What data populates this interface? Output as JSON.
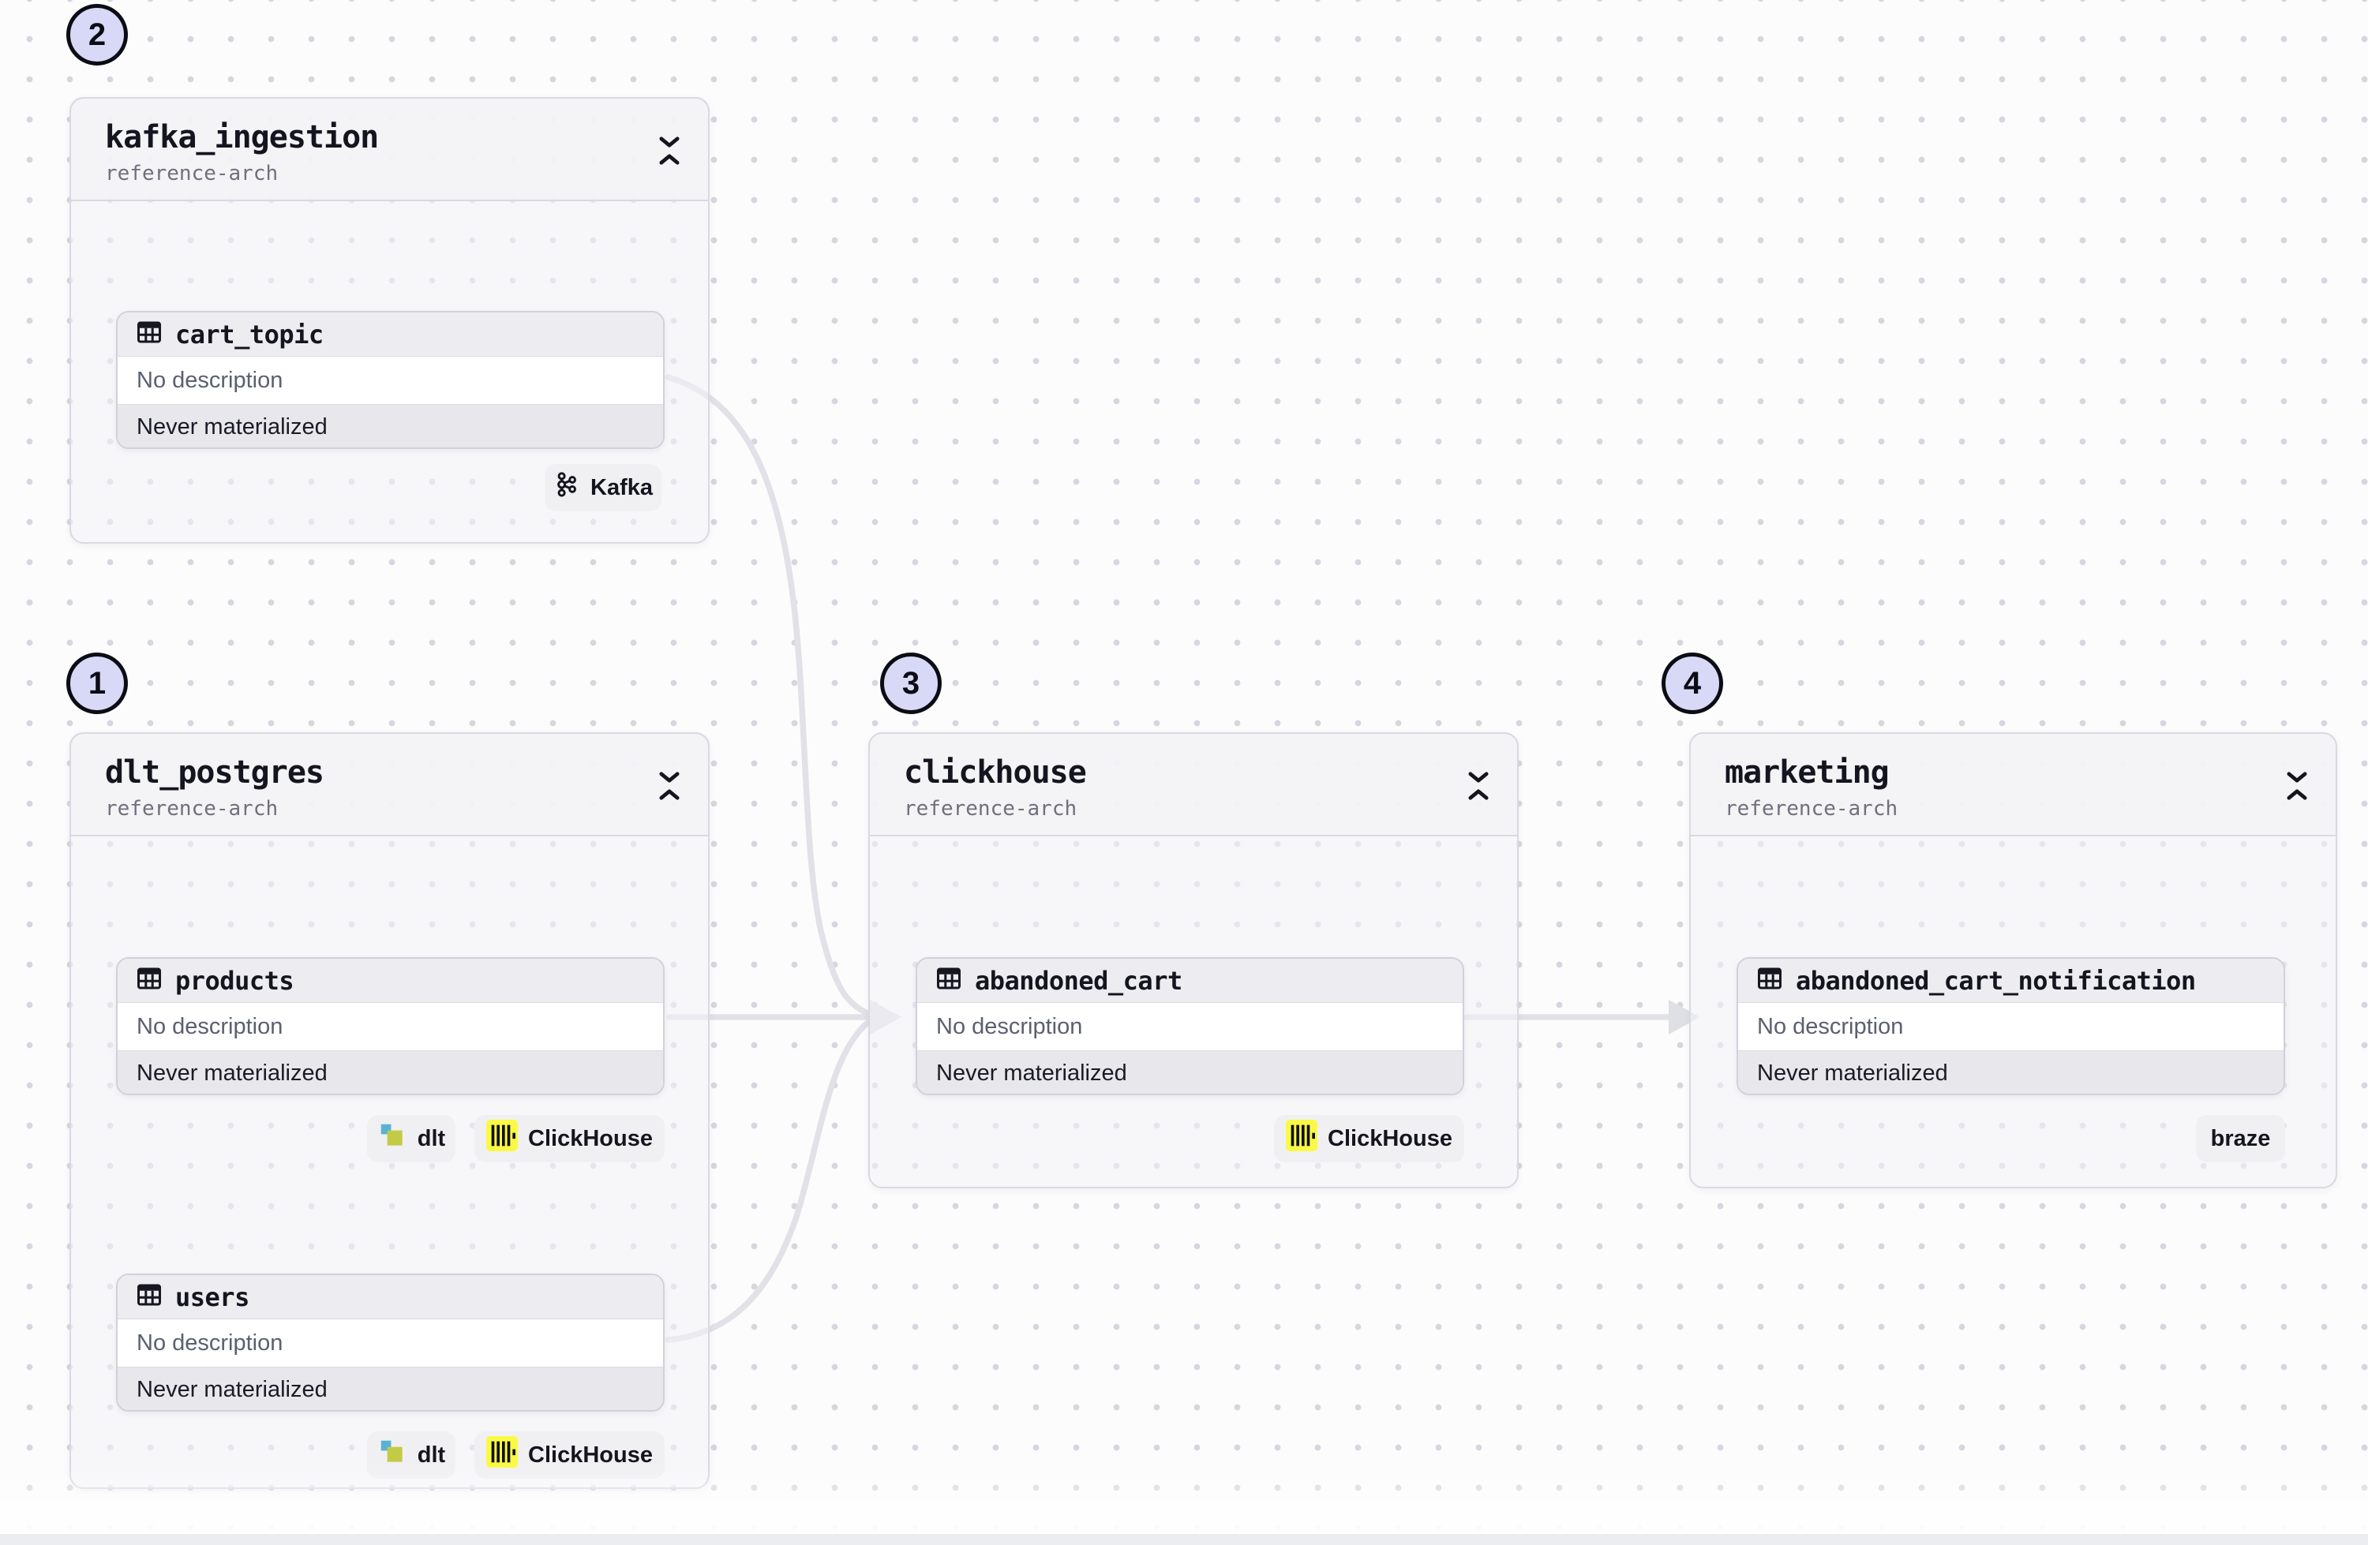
{
  "groups": [
    {
      "number": "2",
      "name": "kafka_ingestion",
      "subtitle": "reference-arch",
      "assets": [
        {
          "title": "cart_topic",
          "description": "No description",
          "status": "Never materialized",
          "tags": [
            {
              "label": "Kafka",
              "icon": "kafka-icon"
            }
          ]
        }
      ]
    },
    {
      "number": "1",
      "name": "dlt_postgres",
      "subtitle": "reference-arch",
      "assets": [
        {
          "title": "products",
          "description": "No description",
          "status": "Never materialized",
          "tags": [
            {
              "label": "dlt",
              "icon": "dlt-icon"
            },
            {
              "label": "ClickHouse",
              "icon": "clickhouse-icon"
            }
          ]
        },
        {
          "title": "users",
          "description": "No description",
          "status": "Never materialized",
          "tags": [
            {
              "label": "dlt",
              "icon": "dlt-icon"
            },
            {
              "label": "ClickHouse",
              "icon": "clickhouse-icon"
            }
          ]
        }
      ]
    },
    {
      "number": "3",
      "name": "clickhouse",
      "subtitle": "reference-arch",
      "assets": [
        {
          "title": "abandoned_cart",
          "description": "No description",
          "status": "Never materialized",
          "tags": [
            {
              "label": "ClickHouse",
              "icon": "clickhouse-icon"
            }
          ]
        }
      ]
    },
    {
      "number": "4",
      "name": "marketing",
      "subtitle": "reference-arch",
      "assets": [
        {
          "title": "abandoned_cart_notification",
          "description": "No description",
          "status": "Never materialized",
          "tags": [
            {
              "label": "braze",
              "icon": null
            }
          ]
        }
      ]
    }
  ],
  "edges": [
    {
      "from": "cart_topic",
      "to": "abandoned_cart"
    },
    {
      "from": "products",
      "to": "abandoned_cart"
    },
    {
      "from": "users",
      "to": "abandoned_cart"
    },
    {
      "from": "abandoned_cart",
      "to": "abandoned_cart_notification"
    }
  ],
  "colors": {
    "step_badge_fill": "#d8d9f7",
    "step_badge_border": "#0c0c14",
    "edge_gray": "#e1e1e7",
    "clickhouse_yellow": "#fafa46",
    "dlt_blue": "#58b2d4",
    "dlt_olive": "#c3ca45"
  }
}
